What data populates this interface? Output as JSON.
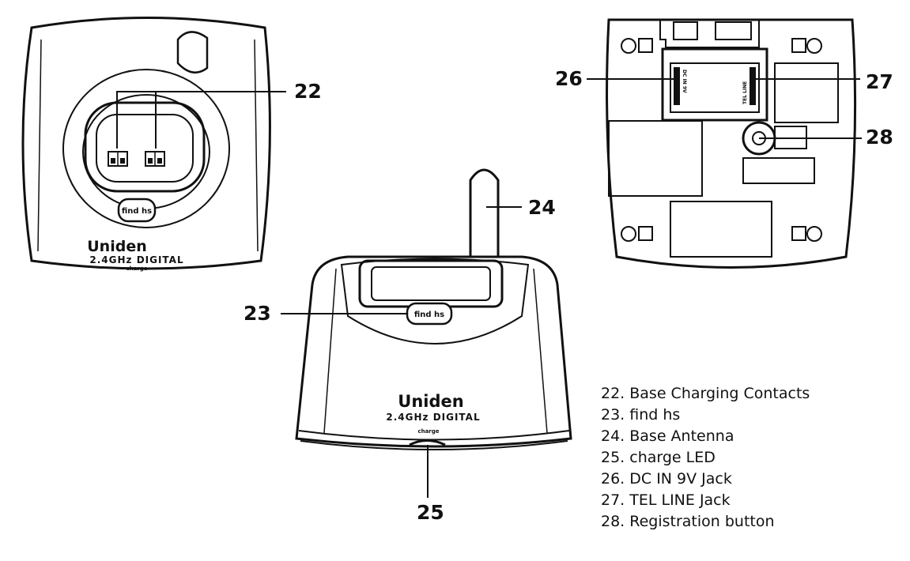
{
  "device": {
    "brand": "Uniden",
    "model_line": "2.4GHz DIGITAL",
    "charge_label": "charge",
    "find_button_label": "find hs",
    "port_label_dc": "DC IN 9V",
    "port_label_tel": "TEL LINE"
  },
  "callouts": {
    "c22": "22",
    "c23": "23",
    "c24": "24",
    "c25": "25",
    "c26": "26",
    "c27": "27",
    "c28": "28"
  },
  "legend": [
    "22. Base Charging Contacts",
    "23.  find hs",
    "24. Base Antenna",
    "25. charge  LED",
    "26. DC IN 9V  Jack",
    "27. TEL LINE  Jack",
    "28. Registration button"
  ]
}
